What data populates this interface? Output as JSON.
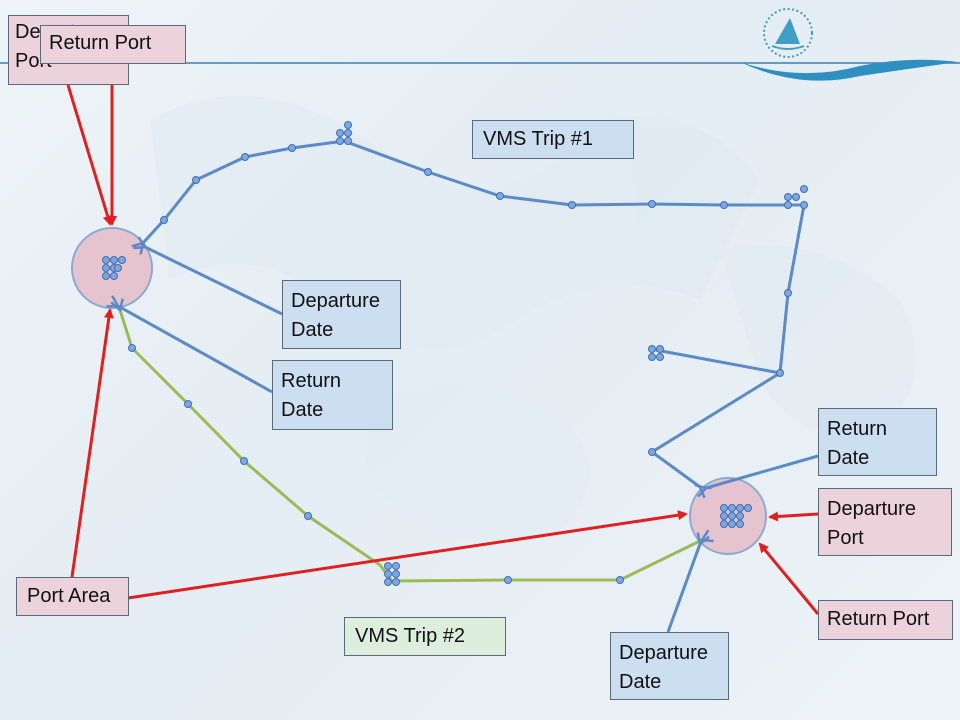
{
  "labels": {
    "vms_trip_1": "VMS Trip #1",
    "vms_trip_2": "VMS Trip #2",
    "departure_port_tl": "Departure Port",
    "return_port_tl": "Return Port",
    "departure_date_l": "Departure Date",
    "return_date_l": "Return Date",
    "port_area": "Port Area",
    "return_date_r": "Return Date",
    "departure_port_r": "Departure Port",
    "return_port_r": "Return Port",
    "departure_date_b": "Departure Date"
  },
  "colors": {
    "trip1_line": "#5b8ac6",
    "trip2_line": "#9bbb59",
    "arrow_red": "#e02020",
    "arrow_blue": "#5b8ac6",
    "port_fill": "#e6c4cf",
    "port_stroke": "#8fa8d0",
    "marker_fill": "#7ea6e0",
    "marker_stroke": "#3f6fb0"
  },
  "logo": {
    "icon": "boat-wave-logo-icon"
  }
}
